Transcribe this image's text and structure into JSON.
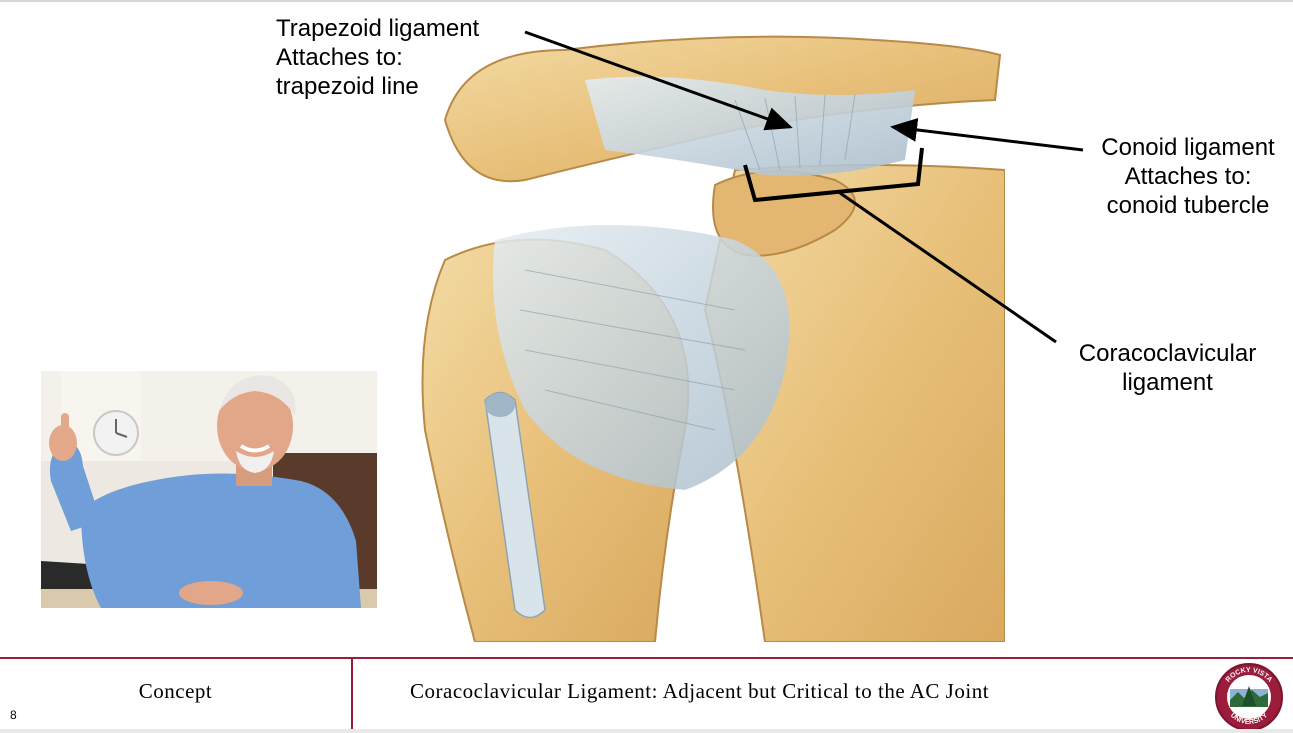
{
  "slide": {
    "number": "8",
    "section": "Concept",
    "title": "Coracoclavicular Ligament: Adjacent but Critical to the AC Joint"
  },
  "labels": {
    "trapezoid": "Trapezoid ligament\nAttaches to:\ntrapezoid line",
    "conoid": "Conoid ligament\nAttaches to:\nconoid tubercle",
    "coracoclavicular": "Coracoclavicular\nligament"
  },
  "logo": {
    "ring_text": "ROCKY VISTA UNIVERSITY"
  },
  "colors": {
    "accent": "#9b1c3b",
    "bone": "#e9c98a",
    "ligament": "#c9d7e0"
  }
}
